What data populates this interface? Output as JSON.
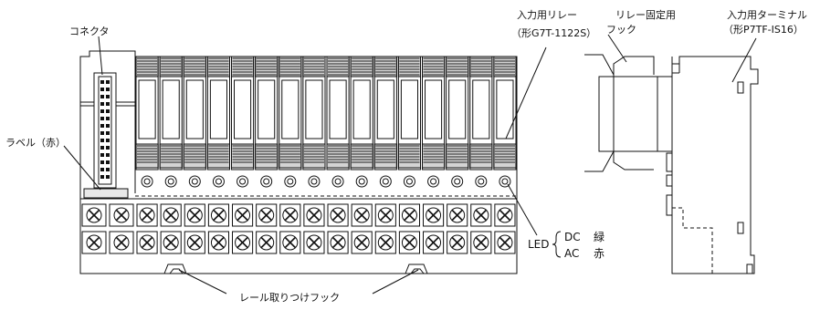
{
  "labels": {
    "connector": "コネクタ",
    "label_red": "ラベル（赤）",
    "input_relay_line1": "入力用リレー",
    "input_relay_line2": "（形G7T-1122S）",
    "relay_hook_line1": "リレー固定用",
    "relay_hook_line2": "フック",
    "input_terminal_line1": "入力用ターミナル",
    "input_terminal_line2": "（形P7TF-IS16）",
    "led": "LED",
    "led_dc": "DC",
    "led_dc_color": "緑",
    "led_ac": "AC",
    "led_ac_color": "赤",
    "rail_hook": "レール取りつけフック"
  },
  "relay_count": 16
}
